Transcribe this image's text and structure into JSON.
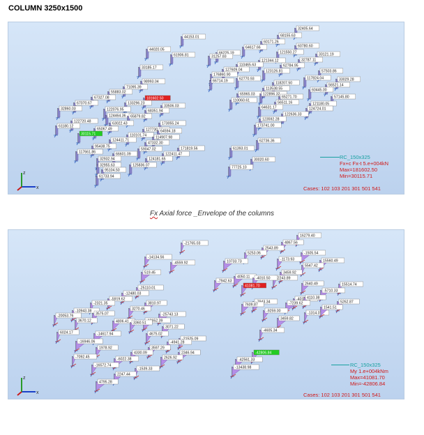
{
  "title": "COLUMN 3250x1500",
  "caption": {
    "prefix": "Fx",
    "text": " Axial force _Envelope of the columns"
  },
  "panels": [
    {
      "legend": {
        "section": "RC_150x325",
        "quantity": "Fx+c Fx-t  5.e+004kN",
        "max": "Max=181602.50",
        "min": "Min=30115.71"
      },
      "cases": "Cases: 102 103 201 301 501 541",
      "labels": [
        {
          "t": "44153.01"
        },
        {
          "t": "44020.05"
        },
        {
          "t": "61906.81"
        },
        {
          "t": "33185.17"
        },
        {
          "t": "98993.04"
        },
        {
          "t": "71095.39"
        },
        {
          "t": "55883.02"
        },
        {
          "t": "181602.50",
          "hl": "red"
        },
        {
          "t": "67327.08"
        },
        {
          "t": "133296.23"
        },
        {
          "t": "33506.03"
        },
        {
          "t": "67070.67"
        },
        {
          "t": "122076.95"
        },
        {
          "t": "68351.94"
        },
        {
          "t": "32860.03"
        },
        {
          "t": "124464.36"
        },
        {
          "t": "65879.82"
        },
        {
          "t": "122720.48"
        },
        {
          "t": "63022.43"
        },
        {
          "t": "173055.24"
        },
        {
          "t": "61180.12"
        },
        {
          "t": "65067.49"
        },
        {
          "t": "127730.06"
        },
        {
          "t": "64594.18"
        },
        {
          "t": "30115.71",
          "hl": "green"
        },
        {
          "t": "110101.74"
        },
        {
          "t": "124411.71"
        },
        {
          "t": "114907.98"
        },
        {
          "t": "95438.75"
        },
        {
          "t": "47332.30"
        },
        {
          "t": "117661.86"
        },
        {
          "t": "59047.02"
        },
        {
          "t": "171819.56"
        },
        {
          "t": "66601.09"
        },
        {
          "t": "122411.47"
        },
        {
          "t": "32932.94"
        },
        {
          "t": "124181.65"
        },
        {
          "t": "32955.63"
        },
        {
          "t": "125836.07"
        },
        {
          "t": "95104.50"
        },
        {
          "t": "61733.94"
        },
        {
          "t": "32405.64"
        },
        {
          "t": "68155.63"
        },
        {
          "t": "60171.26"
        },
        {
          "t": "64617.66"
        },
        {
          "t": "60780.60"
        },
        {
          "t": "66225.19"
        },
        {
          "t": "121550.27"
        },
        {
          "t": "33121.19"
        },
        {
          "t": "31257.83"
        },
        {
          "t": "121344.12"
        },
        {
          "t": "32787.11"
        },
        {
          "t": "110465.63"
        },
        {
          "t": "62784.95"
        },
        {
          "t": "127609.04"
        },
        {
          "t": "57503.86"
        },
        {
          "t": "123126.81"
        },
        {
          "t": "176860.90"
        },
        {
          "t": "117824.04"
        },
        {
          "t": "33029.28"
        },
        {
          "t": "66714.19"
        },
        {
          "t": "56521.14"
        },
        {
          "t": "62770.93"
        },
        {
          "t": "118207.50"
        },
        {
          "t": "113538.55"
        },
        {
          "t": "60445.00"
        },
        {
          "t": "65965.03"
        },
        {
          "t": "122896.32"
        },
        {
          "t": "57145.80"
        },
        {
          "t": "65271.70"
        },
        {
          "t": "110060.61"
        },
        {
          "t": "56511.16"
        },
        {
          "t": "121180.05"
        },
        {
          "t": "64631.17"
        },
        {
          "t": "124724.01"
        },
        {
          "t": "122636.33"
        },
        {
          "t": "123592.28"
        },
        {
          "t": "173741.00"
        },
        {
          "t": "62736.36"
        },
        {
          "t": "61393.01"
        },
        {
          "t": "30020.60"
        },
        {
          "t": "77725.10"
        }
      ]
    },
    {
      "legend": {
        "section": "RC_150x325",
        "quantity": "My  1.e+004kNm",
        "max": "Max=41081.70",
        "min": "Min=-42806.84"
      },
      "cases": "Cases: 102 103 201 301 501 541",
      "labels": [
        {
          "t": "-21765.03"
        },
        {
          "t": "-14134.56"
        },
        {
          "t": "-4559.92"
        },
        {
          "t": "519.45"
        },
        {
          "t": "-25110.01"
        },
        {
          "t": "-12480.03"
        },
        {
          "t": "-5919.62"
        },
        {
          "t": "3810.97"
        },
        {
          "t": "-2321.35"
        },
        {
          "t": "3270.46"
        },
        {
          "t": "-10943.38"
        },
        {
          "t": "-25743.13"
        },
        {
          "t": "-20053.76"
        },
        {
          "t": "3575.07"
        },
        {
          "t": "4806.41"
        },
        {
          "t": "-13652.39"
        },
        {
          "t": "3670.12"
        },
        {
          "t": "3360.51"
        },
        {
          "t": "3071.22"
        },
        {
          "t": "-14617.94"
        },
        {
          "t": "6024.17"
        },
        {
          "t": "4675.02"
        },
        {
          "t": "-21525.09"
        },
        {
          "t": "-16946.06"
        },
        {
          "t": "-4941.28"
        },
        {
          "t": "1978.92"
        },
        {
          "t": "3597.29"
        },
        {
          "t": "2346.94"
        },
        {
          "t": "-7092.45"
        },
        {
          "t": "4330.09"
        },
        {
          "t": "2626.92"
        },
        {
          "t": "-6022.38"
        },
        {
          "t": "-1539.33"
        },
        {
          "t": "-16572.74"
        },
        {
          "t": "2247.44"
        },
        {
          "t": "4795.28"
        },
        {
          "t": "16279.40"
        },
        {
          "t": "4867.56"
        },
        {
          "t": "2543.89"
        },
        {
          "t": "-1505.54"
        },
        {
          "t": "5253.06"
        },
        {
          "t": "-1173.93"
        },
        {
          "t": "15560.49"
        },
        {
          "t": "10733.73"
        },
        {
          "t": "5547.42"
        },
        {
          "t": "3459.92"
        },
        {
          "t": "-7942.63"
        },
        {
          "t": "4050.11"
        },
        {
          "t": "-2243.89"
        },
        {
          "t": "-4010.50"
        },
        {
          "t": "2640.49"
        },
        {
          "t": "-4012.41"
        },
        {
          "t": "15514.74"
        },
        {
          "t": "41081.70",
          "hl": "red"
        },
        {
          "t": "-5710.33"
        },
        {
          "t": "-7943.34"
        },
        {
          "t": "4110.38"
        },
        {
          "t": "5262.87"
        },
        {
          "t": "7609.87"
        },
        {
          "t": "-7239.62"
        },
        {
          "t": "-1314.07"
        },
        {
          "t": "-9259.00"
        },
        {
          "t": "1541.51"
        },
        {
          "t": "3459.82"
        },
        {
          "t": "-4605.34"
        },
        {
          "t": "-42806.84",
          "hl": "green"
        },
        {
          "t": "-42561.33"
        },
        {
          "t": "-13438.98"
        }
      ]
    }
  ]
}
